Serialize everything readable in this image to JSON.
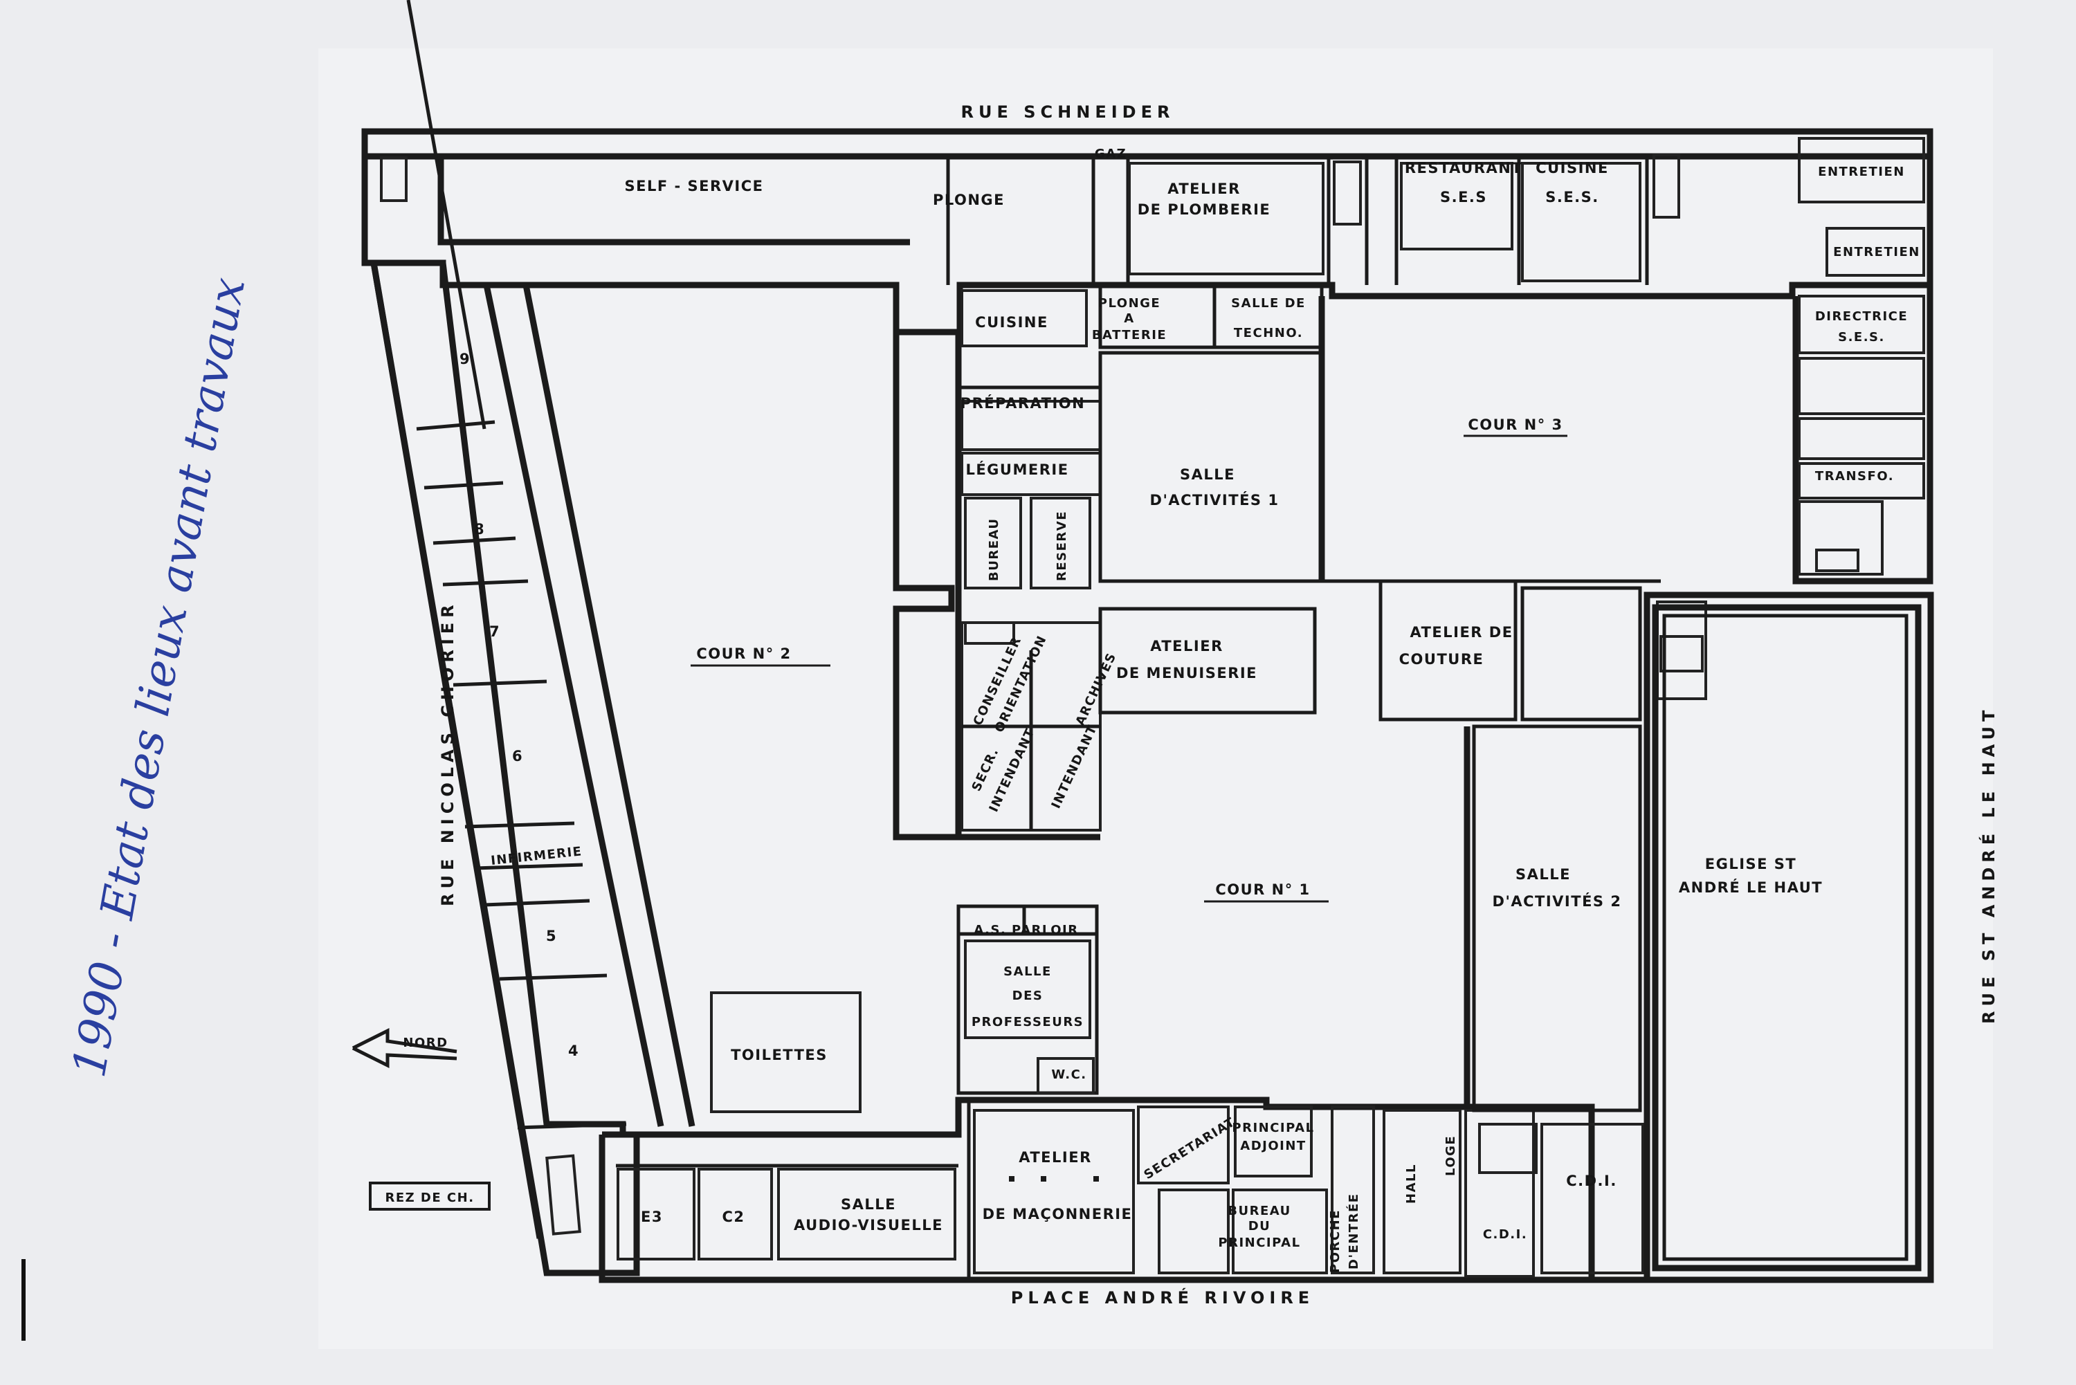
{
  "annotation": "1990 - Etat des lieux avant travaux",
  "level_label": "REZ DE CH.",
  "north_label": "NORD",
  "streets": {
    "top": "RUE SCHNEIDER",
    "bottom": "PLACE ANDRÉ RIVOIRE",
    "left": "RUE NICOLAS CHORIER",
    "right": "RUE ST ANDRÉ LE HAUT"
  },
  "rooms": {
    "self_service": "SELF - SERVICE",
    "plonge": "PLONGE",
    "gaz": "GAZ",
    "atelier_plomberie": [
      "ATELIER",
      "DE PLOMBERIE"
    ],
    "restaurant_ses": [
      "RESTAURANT",
      "S.E.S"
    ],
    "cuisine_ses": [
      "CUISINE",
      "S.E.S."
    ],
    "entretien_1": "ENTRETIEN",
    "entretien_2": "ENTRETIEN",
    "directrice_ses": [
      "DIRECTRICE",
      "S.E.S."
    ],
    "transfo": "TRANSFO.",
    "cuisine": "CUISINE",
    "plonge_batterie": [
      "PLONGE",
      "A",
      "BATTERIE"
    ],
    "salle_techno": [
      "SALLE DE",
      "TECHNO."
    ],
    "preparation": "PRÉPARATION",
    "legumerie": "LÉGUMERIE",
    "bureau": "BUREAU",
    "reserve": "RESERVE",
    "salle_activites_1": [
      "SALLE",
      "D'ACTIVITÉS 1"
    ],
    "cour_3": "COUR N° 3",
    "cour_2": "COUR N° 2",
    "cour_1": "COUR N° 1",
    "atelier_menuiserie": [
      "ATELIER",
      "DE MENUISERIE"
    ],
    "atelier_couture": [
      "ATELIER DE",
      "COUTURE"
    ],
    "conseiller_orientation": [
      "CONSEILLER",
      "ORIENTATION"
    ],
    "archives": "ARCHIVES",
    "secr_intendant": [
      "SECR.",
      "INTENDANT"
    ],
    "intendant": "INTENDANT",
    "salle_activites_2": [
      "SALLE",
      "D'ACTIVITÉS 2"
    ],
    "eglise": [
      "EGLISE ST",
      "ANDRÉ LE HAUT"
    ],
    "as_parloir": "A.S. PARLOIR",
    "salle_professeurs": [
      "SALLE",
      "DES",
      "PROFESSEURS"
    ],
    "wc": "W.C.",
    "toilettes": "TOILETTES",
    "infirmerie": "INFIRMERIE",
    "classrooms": [
      "9",
      "8",
      "7",
      "6",
      "5",
      "4"
    ],
    "e3": "E3",
    "c2": "C2",
    "salle_audio_visuelle": [
      "SALLE",
      "AUDIO-VISUELLE"
    ],
    "atelier_maconnerie": [
      "ATELIER",
      "DE MAÇONNERIE"
    ],
    "secretariat": "SECRETARIAT",
    "principal_adjoint": [
      "PRINCIPAL",
      "ADJOINT"
    ],
    "bureau_principal": [
      "BUREAU",
      "DU",
      "PRINCIPAL"
    ],
    "porche_entree": [
      "PORCHE",
      "D'ENTRÉE"
    ],
    "hall": "HALL",
    "loge": "LOGE",
    "cdi_1": "C.D.I.",
    "cdi_2": "C.D.I."
  },
  "colors": {
    "paper": "#ecedf0",
    "ink": "#1b1b1b",
    "annotation_ink": "#2a3fa0"
  }
}
